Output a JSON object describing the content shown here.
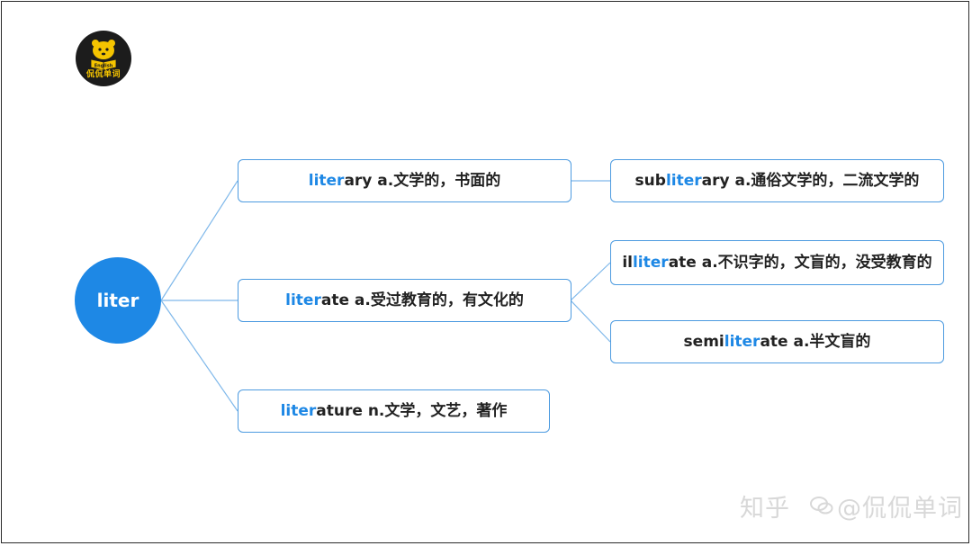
{
  "logo": {
    "text": "侃侃单词",
    "badge_text": "English"
  },
  "root": {
    "label": "liter"
  },
  "nodes": {
    "literary": {
      "highlight": "liter",
      "rest": "ary a.文学的，书面的"
    },
    "subliterary": {
      "pre": "sub",
      "highlight": "liter",
      "rest": "ary a.通俗文学的，二流文学的"
    },
    "literate": {
      "highlight": "liter",
      "rest": "ate a.受过教育的，有文化的"
    },
    "illiterate": {
      "pre": "il",
      "highlight": "liter",
      "rest": "ate a.不识字的，文盲的，没受教育的"
    },
    "semiliterate": {
      "pre": "semi",
      "highlight": "liter",
      "rest": "ate a.半文盲的"
    },
    "literature": {
      "highlight": "liter",
      "rest": "ature n.文学，文艺，著作"
    }
  },
  "watermark": {
    "site": "知乎",
    "author": "@侃侃单词"
  },
  "colors": {
    "accent": "#1e88e5",
    "border": "#4d9be0",
    "line": "#7fb8ea"
  }
}
